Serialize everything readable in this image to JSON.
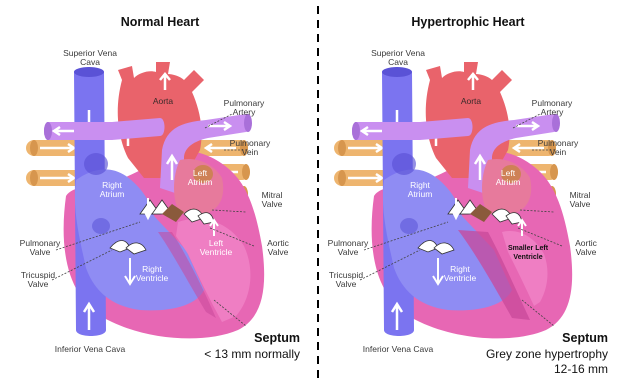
{
  "divider_color": "#000000",
  "panels": [
    {
      "title": "Normal Heart",
      "left_ventricle_label": "Left Ventricle",
      "labels": {
        "svc": "Superior Vena Cava",
        "aorta": "Aorta",
        "pa": "Pulmonary Artery",
        "pv": "Pulmonary Vein",
        "ra": "Right Atrium",
        "la": "Left Atrium",
        "mitral": "Mitral Valve",
        "aortic": "Aortic Valve",
        "pulm_valve": "Pulmonary Valve",
        "tricuspid": "Tricuspid Valve",
        "rv": "Right Ventricle",
        "ivc": "Inferior Vena Cava"
      },
      "septum_title": "Septum",
      "septum_text": [
        "< 13 mm normally"
      ]
    },
    {
      "title": "Hypertrophic Heart",
      "left_ventricle_label": "Smaller Left Ventricle",
      "labels": {
        "svc": "Superior Vena Cava",
        "aorta": "Aorta",
        "pa": "Pulmonary Artery",
        "pv": "Pulmonary Vein",
        "ra": "Right Atrium",
        "la": "Left Atrium",
        "mitral": "Mitral Valve",
        "aortic": "Aortic Valve",
        "pulm_valve": "Pulmonary Valve",
        "tricuspid": "Tricuspid Valve",
        "rv": "Right Ventricle",
        "ivc": "Inferior Vena Cava"
      },
      "septum_title": "Septum",
      "septum_text": [
        "Grey zone hypertrophy",
        "12-16 mm"
      ]
    }
  ],
  "colors": {
    "vena_cava": "#7b74f0",
    "vena_cava_dark": "#5a52d6",
    "aorta": "#e9636b",
    "pulmonary_artery": "#c98ff0",
    "pulmonary_vein": "#eeb56f",
    "myocardium": "#e767b4",
    "myocardium_dark": "#c8489a",
    "right_heart": "#8f8cf3",
    "left_atrium": "#e77a9c",
    "left_ventricle": "#ef7ec3",
    "valve": "#8a5a3c"
  }
}
